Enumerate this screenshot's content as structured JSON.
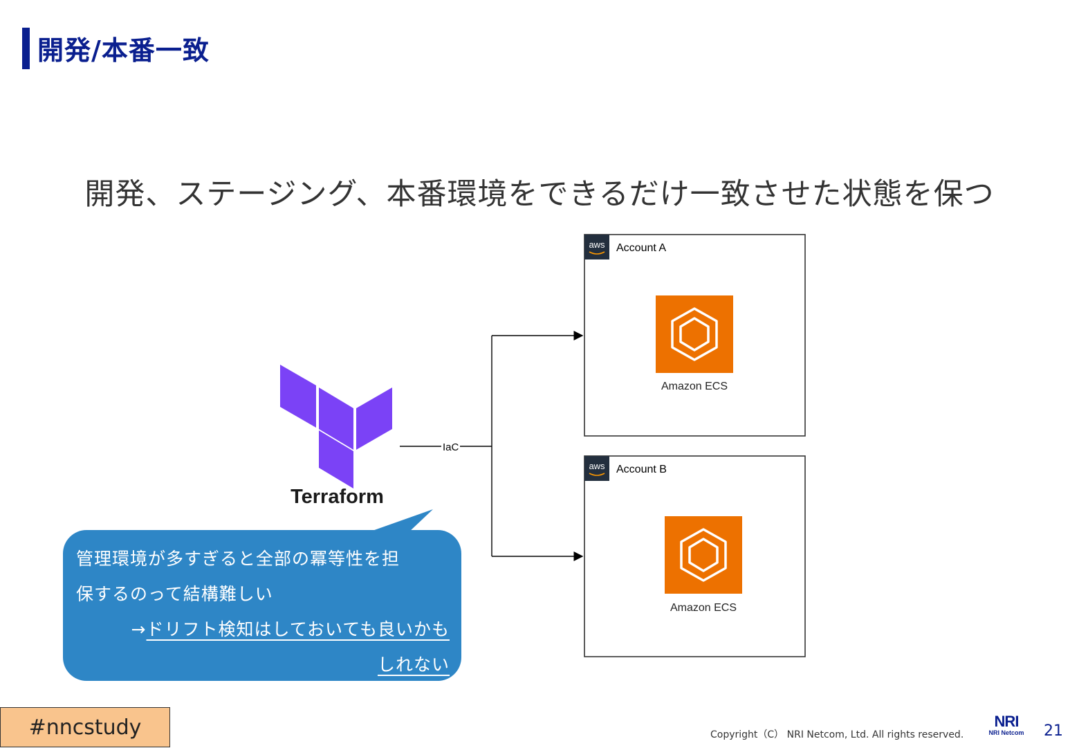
{
  "slide": {
    "title": "開発/本番一致",
    "subtitle": "開発、ステージング、本番環境をできるだけ一致させた状態を保つ",
    "page_number": "21"
  },
  "diagram": {
    "tool_label": "Terraform",
    "edge_label": "IaC",
    "accounts": [
      {
        "label": "Account A",
        "service": "Amazon ECS"
      },
      {
        "label": "Account B",
        "service": "Amazon ECS"
      }
    ],
    "aws_badge_text": "aws",
    "colors": {
      "terraform": "#7b42f6",
      "ecs": "#ed7100",
      "aws_badge": "#232f3e"
    }
  },
  "callout": {
    "line1": "管理環境が多すぎると全部の冪等性を担",
    "line2": "保するのって結構難しい",
    "arrow": "→",
    "line3": "ドリフト検知はしておいても良いかも",
    "line4": "しれない",
    "color": "#2e86c6"
  },
  "footer": {
    "hashtag": "#nncstudy",
    "copyright": "Copyright（C） NRI Netcom, Ltd. All rights reserved.",
    "logo_mark": "NRI",
    "logo_sub": "NRI Netcom"
  }
}
